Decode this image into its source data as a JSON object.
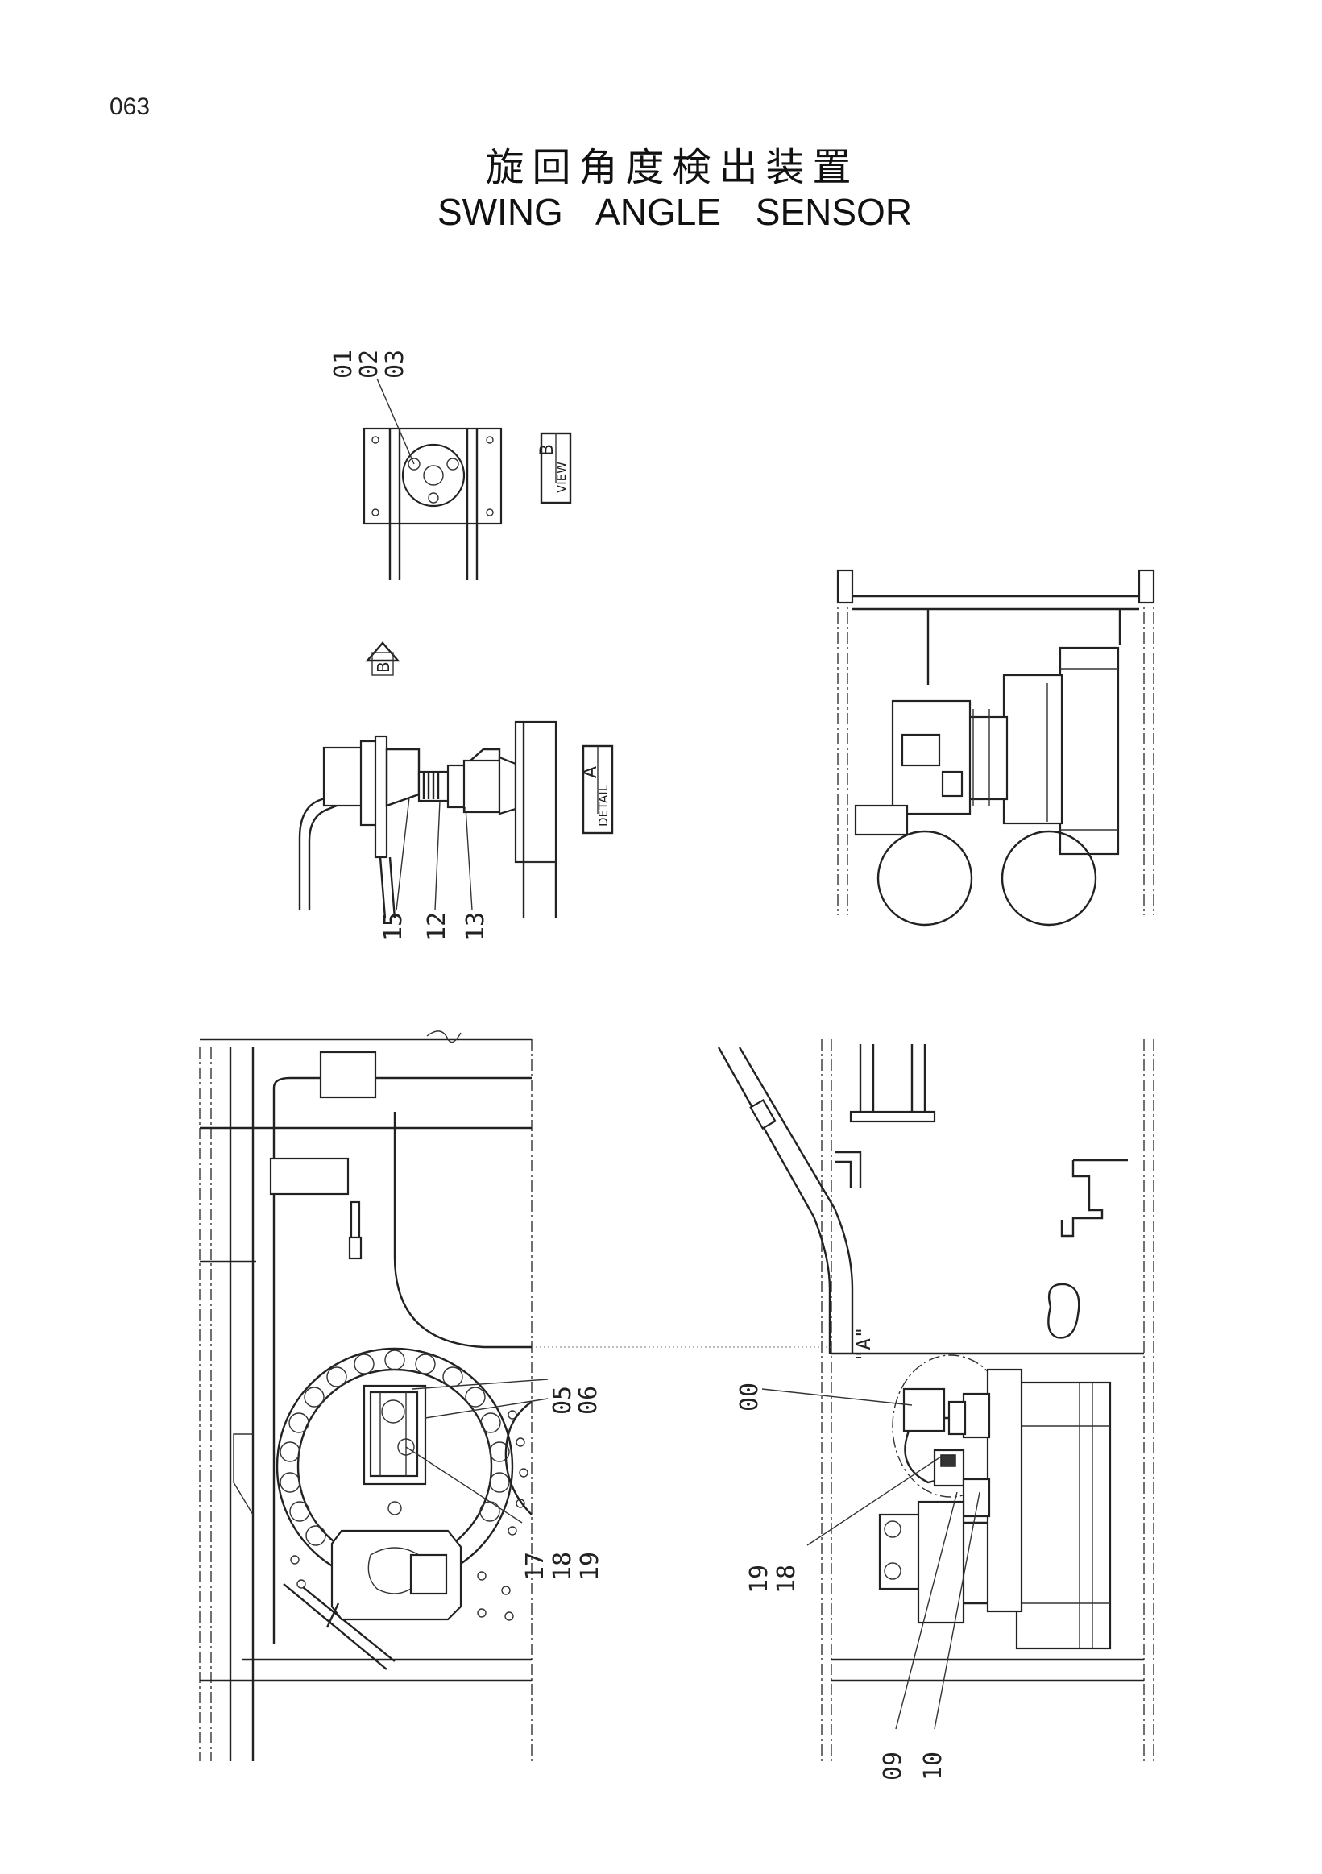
{
  "page_number": "063",
  "title": {
    "japanese": "旋回角度検出装置",
    "english": "SWING   ANGLE   SENSOR"
  },
  "view_b": {
    "callouts": [
      "01",
      "02",
      "03"
    ],
    "tag": {
      "label": "VIEW",
      "letter": "B"
    }
  },
  "detail_a": {
    "section_arrow": "B",
    "tag": {
      "label": "DETAIL",
      "letter": "A"
    },
    "callouts": [
      "15",
      "12",
      "13"
    ]
  },
  "plan_view": {
    "callouts": [
      "05",
      "06",
      "17",
      "18",
      "19"
    ]
  },
  "side_view": {
    "detail_label": "\"A\"",
    "callouts": [
      "00",
      "19",
      "18",
      "09",
      "10"
    ]
  }
}
